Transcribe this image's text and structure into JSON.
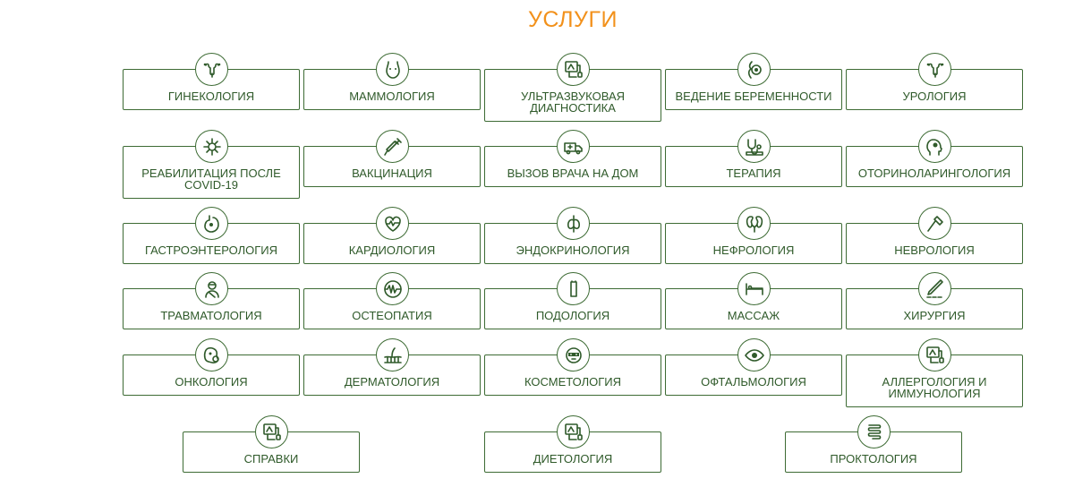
{
  "page": {
    "title": "УСЛУГИ"
  },
  "colors": {
    "accent": "#f2911b",
    "primary": "#3d6b34",
    "text": "#2f5a2a"
  },
  "services": [
    {
      "label": "ГИНЕКОЛОГИЯ",
      "icon": "uterus-icon"
    },
    {
      "label": "МАММОЛОГИЯ",
      "icon": "torso-icon"
    },
    {
      "label": "УЛЬТРАЗВУКОВАЯ ДИАГНОСТИКА",
      "icon": "ultrasound-icon"
    },
    {
      "label": "ВЕДЕНИЕ БЕРЕМЕННОСТИ",
      "icon": "pregnancy-icon"
    },
    {
      "label": "УРОЛОГИЯ",
      "icon": "uterus-icon"
    },
    {
      "label": "РЕАБИЛИТАЦИЯ ПОСЛЕ COVID-19",
      "icon": "virus-icon"
    },
    {
      "label": "ВАКЦИНАЦИЯ",
      "icon": "syringe-icon"
    },
    {
      "label": "ВЫЗОВ ВРАЧА НА ДОМ",
      "icon": "ambulance-icon"
    },
    {
      "label": "ТЕРАПИЯ",
      "icon": "stethoscope-icon"
    },
    {
      "label": "ОТОРИНОЛАРИНГОЛОГИЯ",
      "icon": "ent-head-icon"
    },
    {
      "label": "ГАСТРОЭНТЕРОЛОГИЯ",
      "icon": "stomach-icon"
    },
    {
      "label": "КАРДИОЛОГИЯ",
      "icon": "heart-icon"
    },
    {
      "label": "ЭНДОКРИНОЛОГИЯ",
      "icon": "thyroid-icon"
    },
    {
      "label": "НЕФРОЛОГИЯ",
      "icon": "kidneys-icon"
    },
    {
      "label": "НЕВРОЛОГИЯ",
      "icon": "reflex-hammer-icon"
    },
    {
      "label": "ТРАВМАТОЛОГИЯ",
      "icon": "bandaged-person-icon"
    },
    {
      "label": "ОСТЕОПАТИЯ",
      "icon": "spine-icon"
    },
    {
      "label": "ПОДОЛОГИЯ",
      "icon": "foot-icon"
    },
    {
      "label": "МАССАЖ",
      "icon": "massage-table-icon"
    },
    {
      "label": "ХИРУРГИЯ",
      "icon": "scalpel-icon"
    },
    {
      "label": "ОНКОЛОГИЯ",
      "icon": "cancer-cell-icon"
    },
    {
      "label": "ДЕРМАТОЛОГИЯ",
      "icon": "skin-layer-icon"
    },
    {
      "label": "КОСМЕТОЛОГИЯ",
      "icon": "face-mask-icon"
    },
    {
      "label": "ОФТАЛЬМОЛОГИЯ",
      "icon": "eye-icon"
    },
    {
      "label": "АЛЛЕРГОЛОГИЯ И ИММУНОЛОГИЯ",
      "icon": "ultrasound-icon"
    },
    {
      "label": "СПРАВКИ",
      "icon": "ultrasound-icon"
    },
    {
      "label": "ДИЕТОЛОГИЯ",
      "icon": "ultrasound-icon"
    },
    {
      "label": "ПРОКТОЛОГИЯ",
      "icon": "intestine-icon"
    }
  ]
}
